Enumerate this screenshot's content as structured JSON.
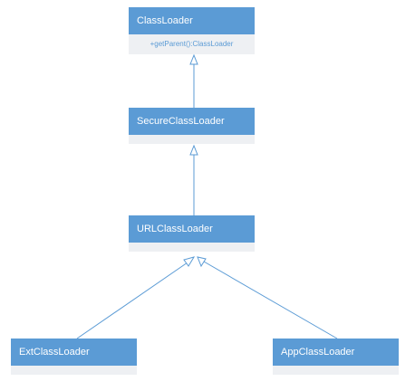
{
  "colors": {
    "header_fill": "#5b9bd5",
    "header_text": "#ffffff",
    "body_fill": "#eef0f3",
    "member_text": "#5b9bd5",
    "edge": "#5b9bd5"
  },
  "classes": {
    "class_loader": {
      "name": "ClassLoader",
      "operations": [
        "+getParent():ClassLoader"
      ]
    },
    "secure_class_loader": {
      "name": "SecureClassLoader"
    },
    "url_class_loader": {
      "name": "URLClassLoader"
    },
    "ext_class_loader": {
      "name": "ExtClassLoader"
    },
    "app_class_loader": {
      "name": "AppClassLoader"
    }
  },
  "relationships": [
    {
      "type": "generalization",
      "from": "SecureClassLoader",
      "to": "ClassLoader"
    },
    {
      "type": "generalization",
      "from": "URLClassLoader",
      "to": "SecureClassLoader"
    },
    {
      "type": "generalization",
      "from": "ExtClassLoader",
      "to": "URLClassLoader"
    },
    {
      "type": "generalization",
      "from": "AppClassLoader",
      "to": "URLClassLoader"
    }
  ]
}
